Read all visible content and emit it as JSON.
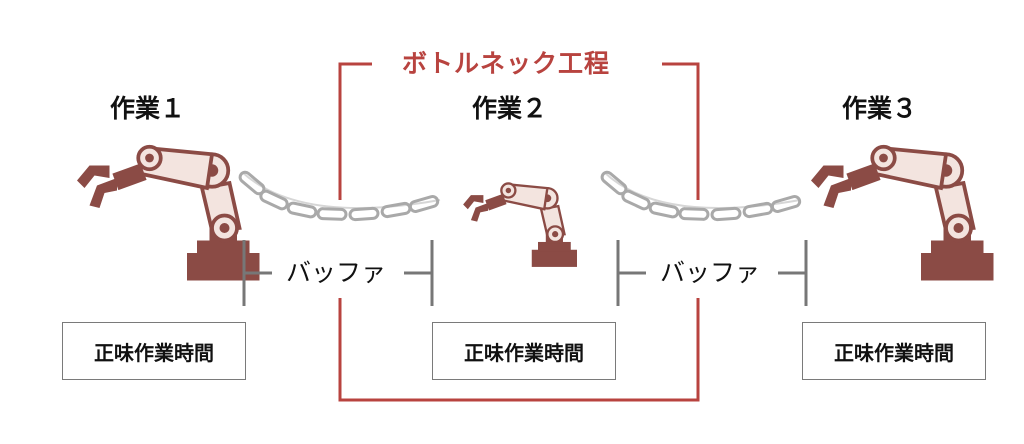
{
  "bottleneck": {
    "label": "ボトルネック工程",
    "color": "#b8433f"
  },
  "stations": [
    {
      "title": "作業１",
      "box_label": "正味作業時間"
    },
    {
      "title": "作業２",
      "box_label": "正味作業時間"
    },
    {
      "title": "作業３",
      "box_label": "正味作業時間"
    }
  ],
  "buffers": [
    {
      "label": "バッファ"
    },
    {
      "label": "バッファ"
    }
  ],
  "colors": {
    "robot": "#8b4b45",
    "robot_light": "#f3e4df",
    "chain": "#a9a9a9",
    "bracket": "#777777"
  }
}
